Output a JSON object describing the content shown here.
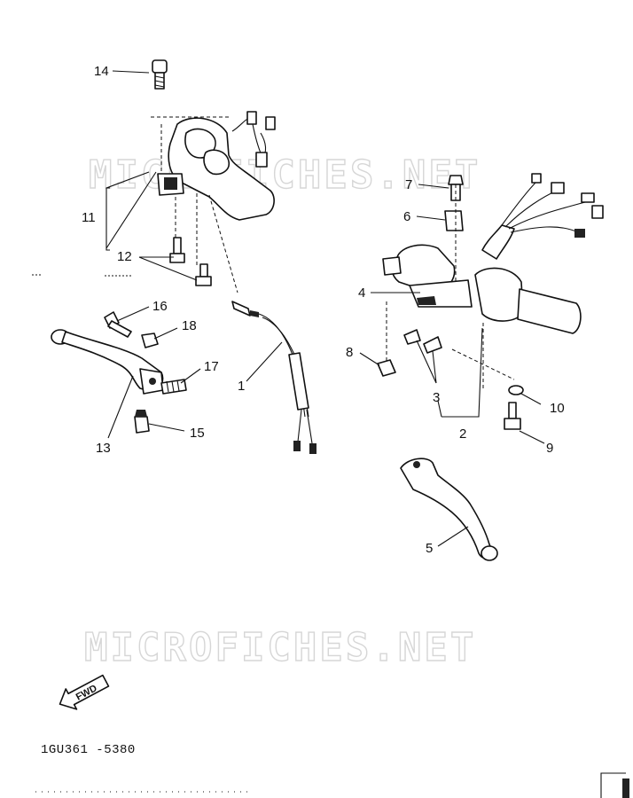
{
  "watermark": "MICROFICHES.NET",
  "drawing_code": "1GU361 -5380",
  "fwd_label": "FWD",
  "callouts": {
    "p1": "1",
    "p2": "2",
    "p3": "3",
    "p4": "4",
    "p5": "5",
    "p6": "6",
    "p7": "7",
    "p8": "8",
    "p9": "9",
    "p10": "10",
    "p11": "11",
    "p12": "12",
    "p13": "13",
    "p14": "14",
    "p15": "15",
    "p16": "16",
    "p17": "17",
    "p18": "18"
  }
}
